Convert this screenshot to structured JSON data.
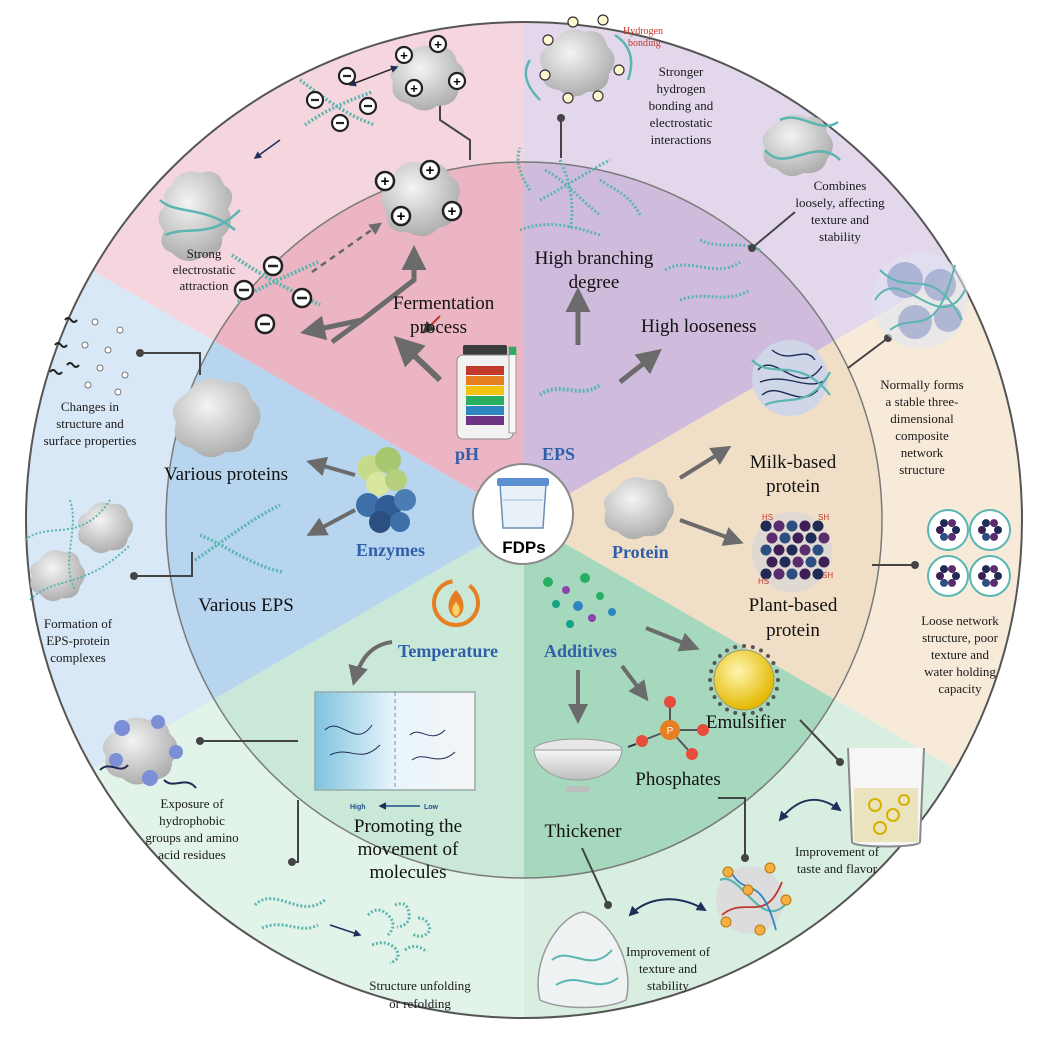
{
  "colors": {
    "ph_outer": "#f6d6de",
    "ph_inner": "#ecb5c3",
    "eps_outer": "#e3d7ec",
    "eps_inner": "#cfbcdc",
    "protein_outer": "#f7ead9",
    "protein_inner": "#f0dfc6",
    "additives_outer": "#d7eee1",
    "additives_inner": "#a6d8bd",
    "temperature_outer": "#e2f3ea",
    "temperature_inner": "#c9e8d8",
    "enzymes_outer": "#d9e8f6",
    "enzymes_inner": "#b7d5ef",
    "heading": "#2e5fa8"
  },
  "center": {
    "label": "FDPs"
  },
  "factors": {
    "ph": "pH",
    "eps": "EPS",
    "protein": "Protein",
    "additives": "Additives",
    "temperature": "Temperature",
    "enzymes": "Enzymes"
  },
  "ph": {
    "fermentation": [
      "Fermentation",
      "process"
    ],
    "attraction_note": [
      "Strong",
      "electrostatic",
      "attraction"
    ]
  },
  "eps": {
    "branching": [
      "High branching",
      "degree"
    ],
    "looseness": "High looseness",
    "hbond_label": [
      "Hydrogen",
      "bonding"
    ],
    "hbond_note": [
      "Stronger",
      "hydrogen",
      "bonding and",
      "electrostatic",
      "interactions"
    ],
    "loose_note": [
      "Combines",
      "loosely, affecting",
      "texture and",
      "stability"
    ]
  },
  "protein": {
    "milk": [
      "Milk-based",
      "protein"
    ],
    "plant": [
      "Plant-based",
      "protein"
    ],
    "milk_note": [
      "Normally forms",
      "a stable three-",
      "dimensional",
      "composite",
      "network",
      "structure"
    ],
    "plant_note": [
      "Loose network",
      "structure,  poor",
      "texture and",
      "water holding",
      "capacity"
    ]
  },
  "additives": {
    "emulsifier": "Emulsifier",
    "phosphates": "Phosphates",
    "thickener": "Thickener",
    "taste_note": [
      "Improvement of",
      "taste and flavor"
    ],
    "texture_note": [
      "Improvement of",
      "texture and",
      "stability"
    ]
  },
  "temperature": {
    "promote_note": [
      "Promoting  the",
      "movement of",
      "molecules"
    ],
    "high": "High",
    "low": "Low",
    "exposure_note": [
      "Exposure of",
      "hydrophobic",
      "groups and amino",
      "acid residues"
    ],
    "unfold_note": [
      "Structure unfolding",
      "or refolding"
    ]
  },
  "enzymes": {
    "proteins": "Various proteins",
    "eps": "Various EPS",
    "changes_note": [
      "Changes in",
      "structure and",
      "surface properties"
    ],
    "complex_note": [
      "Formation of",
      "EPS-protein",
      "complexes"
    ]
  }
}
